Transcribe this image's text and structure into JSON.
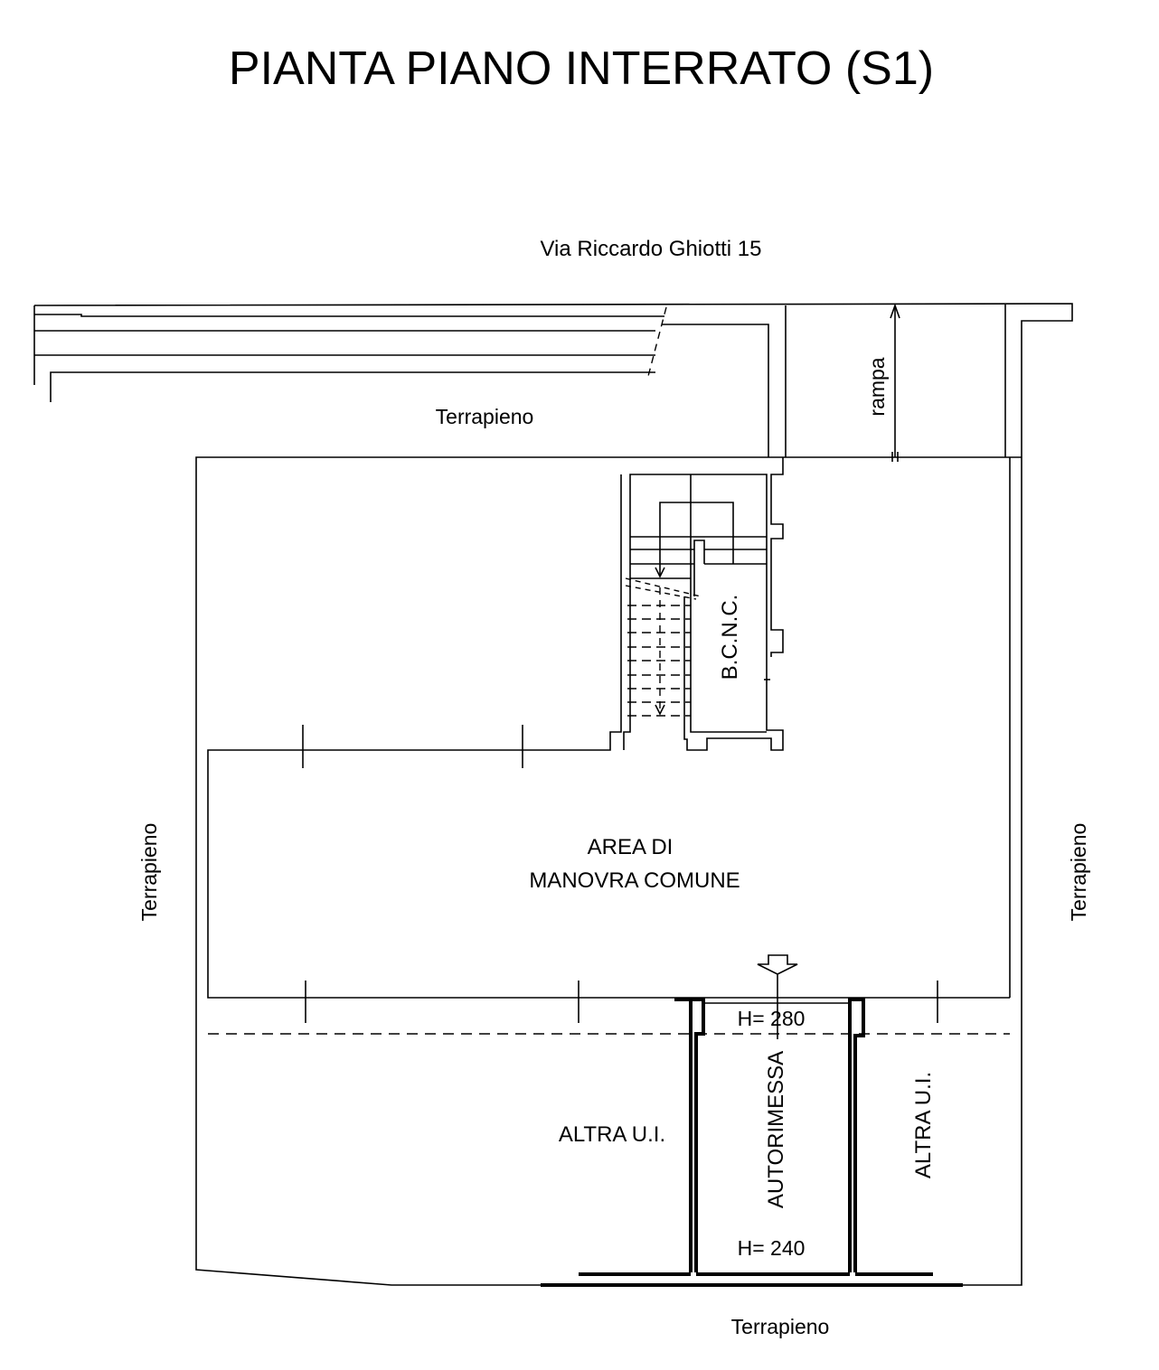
{
  "title": "PIANTA PIANO INTERRATO (S1)",
  "street": "Via Riccardo Ghiotti 15",
  "labels": {
    "terrapieno_top": "Terrapieno",
    "terrapieno_left": "Terrapieno",
    "terrapieno_right": "Terrapieno",
    "terrapieno_bottom": "Terrapieno",
    "rampa": "rampa",
    "bcnc": "B.C.N.C.",
    "area_line1": "AREA DI",
    "area_line2": "MANOVRA COMUNE",
    "h_entrance": "H= 280",
    "h_garage": "H= 240",
    "autorimessa": "AUTORIMESSA",
    "altra_ui_left": "ALTRA U.I.",
    "altra_ui_right": "ALTRA U.I."
  },
  "colors": {
    "ink": "#000000",
    "background": "#ffffff"
  }
}
